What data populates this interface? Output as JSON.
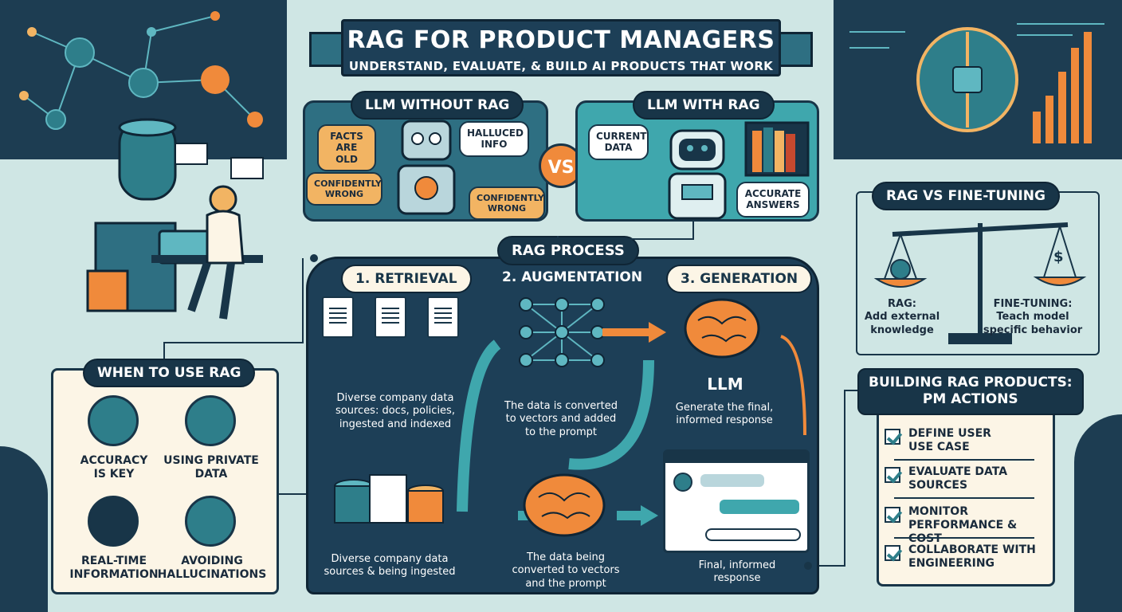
{
  "header": {
    "title": "RAG FOR PRODUCT MANAGERS",
    "subtitle": "UNDERSTAND, EVALUATE, & BUILD AI PRODUCTS THAT WORK"
  },
  "comparison": {
    "without_label": "LLM WITHOUT RAG",
    "with_label": "LLM WITH RAG",
    "vs": "VS",
    "without_bubbles": [
      "FACTS\nARE OLD",
      "HALLUCED\nINFO",
      "CONFIDENTLY\nWRONG",
      "CONFIDENTLY\nWRONG"
    ],
    "with_bubbles": [
      "CURRENT\nDATA",
      "ACCURATE\nANSWERS"
    ]
  },
  "process": {
    "label": "RAG PROCESS",
    "steps": [
      "1. RETRIEVAL",
      "2. AUGMENTATION",
      "3. GENERATION"
    ],
    "retrieval_caption": "Diverse company data\nsources: docs, policies,\ningested and indexed",
    "augmentation_caption": "The data is converted\nto vectors and added\nto the prompt",
    "llm_label": "LLM",
    "generation_caption": "Generate the final,\ninformed response",
    "ingest_caption": "Diverse company data\nsources & being ingested",
    "vector_caption": "The data being\nconverted to vectors\nand the prompt",
    "final_caption": "Final, informed\nresponse"
  },
  "when_to_use": {
    "label": "WHEN TO USE RAG",
    "items": [
      "ACCURACY\nIS KEY",
      "USING PRIVATE\nDATA",
      "REAL-TIME\nINFORMATION",
      "AVOIDING\nHALLUCINATIONS"
    ]
  },
  "fine_tuning": {
    "label": "RAG VS FINE-TUNING",
    "rag_text": "RAG:\nAdd external\nknowledge",
    "ft_text": "FINE-TUNING:\nTeach model\nspecific behavior",
    "dollar": "$"
  },
  "pm_actions": {
    "label": "BUILDING RAG PRODUCTS:\nPM ACTIONS",
    "items": [
      "DEFINE USER\nUSE CASE",
      "EVALUATE DATA\nSOURCES",
      "MONITOR\nPERFORMANCE & COST",
      "COLLABORATE WITH\nENGINEERING"
    ]
  },
  "colors": {
    "navy": "#183548",
    "teal": "#2e7e8a",
    "orange": "#f08a3b",
    "background": "#cfe6e4",
    "cream": "#fcf5e6"
  },
  "icons": [
    "brain-icon",
    "robot-icon",
    "document-icon",
    "database-icon",
    "gear-icon",
    "lock-icon",
    "clock-icon",
    "eye-slash-icon",
    "scale-icon",
    "check-icon",
    "chat-window-icon"
  ]
}
